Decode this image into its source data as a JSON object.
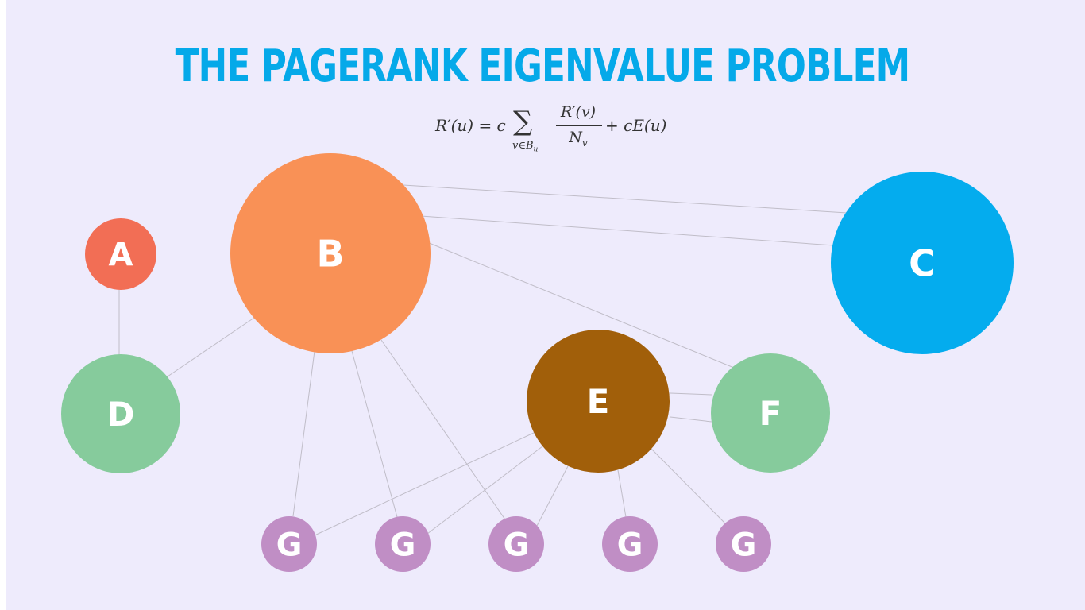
{
  "title": "THE PAGERANK EIGENVALUE PROBLEM",
  "formula": {
    "lhs": "R′(u) = c",
    "sigma": "∑",
    "subscript": "v∈B",
    "subscript_index": "u",
    "numerator": "R′(v)",
    "denominator": "N",
    "denominator_index": "v",
    "tail": "+ cE(u)"
  },
  "colors": {
    "background": "#eeebfc",
    "title": "#05a9e9",
    "edge": "#c0bdc8",
    "node_A": "#f26e55",
    "node_B": "#f99156",
    "node_C": "#04acee",
    "node_D": "#86cb9c",
    "node_E": "#a15f0a",
    "node_F": "#86cb9c",
    "node_G": "#c08ec5"
  },
  "nodes": [
    {
      "id": "A",
      "label": "A",
      "color_key": "node_A"
    },
    {
      "id": "B",
      "label": "B",
      "color_key": "node_B"
    },
    {
      "id": "C",
      "label": "C",
      "color_key": "node_C"
    },
    {
      "id": "D",
      "label": "D",
      "color_key": "node_D"
    },
    {
      "id": "E",
      "label": "E",
      "color_key": "node_E"
    },
    {
      "id": "F",
      "label": "F",
      "color_key": "node_F"
    },
    {
      "id": "G1",
      "label": "G",
      "color_key": "node_G"
    },
    {
      "id": "G2",
      "label": "G",
      "color_key": "node_G"
    },
    {
      "id": "G3",
      "label": "G",
      "color_key": "node_G"
    },
    {
      "id": "G4",
      "label": "G",
      "color_key": "node_G"
    },
    {
      "id": "G5",
      "label": "G",
      "color_key": "node_G"
    }
  ],
  "edges": [
    {
      "from": "A",
      "to": "D"
    },
    {
      "from": "B",
      "to": "D"
    },
    {
      "from": "B",
      "to": "C"
    },
    {
      "from": "B",
      "to": "C"
    },
    {
      "from": "B",
      "to": "F"
    },
    {
      "from": "B",
      "to": "G1"
    },
    {
      "from": "B",
      "to": "G2"
    },
    {
      "from": "B",
      "to": "G3"
    },
    {
      "from": "E",
      "to": "F"
    },
    {
      "from": "E",
      "to": "F"
    },
    {
      "from": "E",
      "to": "G1"
    },
    {
      "from": "E",
      "to": "G2"
    },
    {
      "from": "E",
      "to": "G3"
    },
    {
      "from": "E",
      "to": "G4"
    },
    {
      "from": "E",
      "to": "G5"
    }
  ]
}
